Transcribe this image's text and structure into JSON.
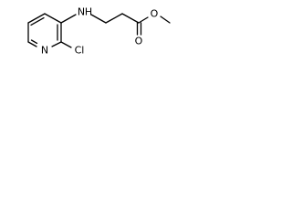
{
  "molecule": {
    "atoms": {
      "amine_n": "N",
      "amine_h": "H",
      "ring_n": "N",
      "chloro": "Cl",
      "carbonyl_o": "O",
      "ester_o": "O"
    }
  }
}
